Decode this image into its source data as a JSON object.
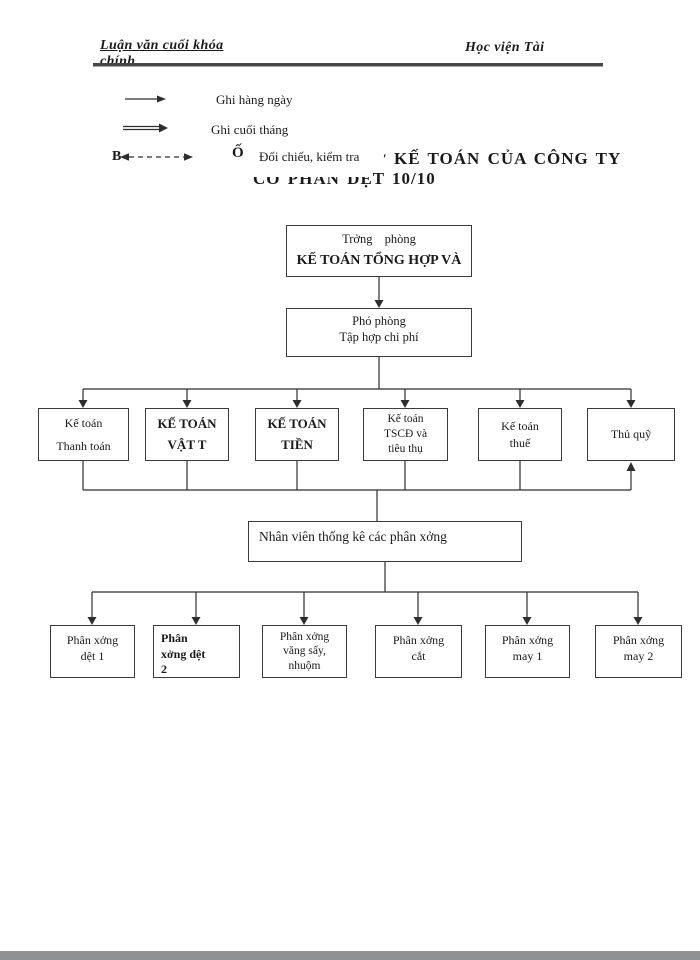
{
  "header": {
    "left_line1": "Luận văn cuối khóa",
    "left_line2": "chính",
    "right": "Học viện Tài"
  },
  "legend": {
    "items": [
      {
        "icon": "single-arrow",
        "label": "Ghi hàng ngày"
      },
      {
        "icon": "double-arrow",
        "label": "Ghi cuối tháng"
      },
      {
        "icon": "dashed-double-arrow",
        "label": "Đối chiếu, kiểm tra"
      }
    ]
  },
  "title": {
    "fragment_b": "B",
    "fragment_o": "Ố",
    "fragment_tick": "′",
    "line1": "KẾ TOÁN CỦA CÔNG TY",
    "line2": "CỔ PHẦN DỆT 10/10"
  },
  "org_chart": {
    "top_box": {
      "line1": "Trởng phòng",
      "line2": "KẾ TOÁN TỔNG HỢP VÀ"
    },
    "deputy_box": {
      "line1": "Phó phòng",
      "line2": "Tập hợp chi phí"
    },
    "middle_row": [
      {
        "lines": [
          "Kế toán",
          "Thanh toán"
        ]
      },
      {
        "lines": [
          "KẾ TOÁN",
          "VẬT T"
        ]
      },
      {
        "lines": [
          "KẾ TOÁN",
          "TIỀN"
        ]
      },
      {
        "lines": [
          "Kế toán",
          "TSCĐ và",
          "tiêu thụ"
        ]
      },
      {
        "lines": [
          "Kế toán",
          "thuế"
        ]
      },
      {
        "lines": [
          "Thủ quỹ"
        ]
      }
    ],
    "staff_box": "Nhân viên thống kê các phân xởng",
    "bottom_row": [
      {
        "lines": [
          "Phân xởng",
          "dệt 1"
        ]
      },
      {
        "lines": [
          "Phân",
          "xởng",
          "dệt",
          "2"
        ]
      },
      {
        "lines": [
          "Phân xởng",
          "văng sấy,",
          "nhuộm"
        ]
      },
      {
        "lines": [
          "Phân xởng",
          "cắt"
        ]
      },
      {
        "lines": [
          "Phân xởng",
          "may 1"
        ]
      },
      {
        "lines": [
          "Phân xởng",
          "may 2"
        ]
      }
    ]
  },
  "colors": {
    "ink": "#1a1a1a",
    "line": "#2e2e2e",
    "page_bg": "#ffffff",
    "bottom_edge": "#8f9194"
  }
}
